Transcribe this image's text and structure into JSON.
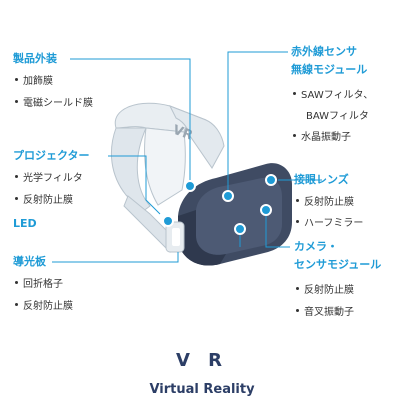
{
  "accent": "#1f9bd6",
  "ink": "#2c3e66",
  "headset_text": "VR",
  "title": "V R",
  "subtitle": "Virtual Reality",
  "groups": {
    "packaging": {
      "label": "製品外装",
      "items": [
        "加飾膜",
        "電磁シールド膜"
      ]
    },
    "projector": {
      "label": "プロジェクター",
      "items": [
        "光学フィルタ",
        "反射防止膜"
      ]
    },
    "led": {
      "label": "LED",
      "items": []
    },
    "light_guide": {
      "label": "導光板",
      "items": [
        "回折格子",
        "反射防止膜"
      ]
    },
    "ir_sensor": {
      "label_line1": "赤外線センサ",
      "label_line2": "無線モジュール",
      "items": [
        "SAWフィルタ、",
        "BAWフィルタ",
        "水晶振動子"
      ]
    },
    "eyepiece": {
      "label": "接眼レンズ",
      "items": [
        "反射防止膜",
        "ハーフミラー"
      ]
    },
    "camera": {
      "label_line1": "カメラ・",
      "label_line2": "センサモジュール",
      "items": [
        "反射防止膜",
        "音叉振動子"
      ]
    }
  }
}
